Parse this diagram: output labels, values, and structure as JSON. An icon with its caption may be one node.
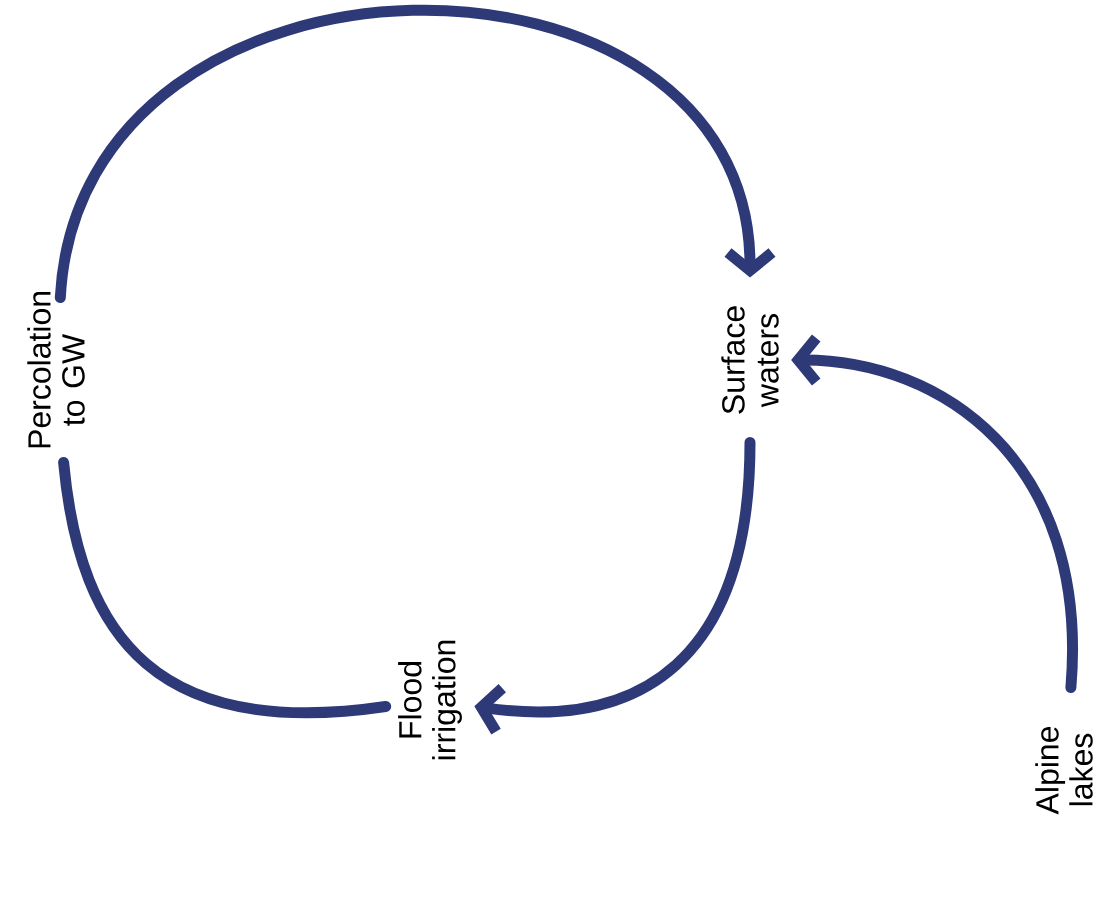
{
  "diagram": {
    "nodes": [
      {
        "text": [
          "Surface waters"
        ]
      },
      {
        "text": [
          "Flood irrigation"
        ]
      },
      {
        "text": [
          "Percolation to GW"
        ]
      },
      {
        "text": [
          "Alpine lakes"
        ]
      }
    ],
    "edges": [
      {
        "from": 0,
        "to": 1,
        "arrow": "to"
      },
      {
        "from": 1,
        "to": 2,
        "arrow": "none"
      },
      {
        "from": 2,
        "to": 0,
        "arrow": "to"
      },
      {
        "from": 3,
        "to": 0,
        "arrow": "to"
      }
    ]
  }
}
